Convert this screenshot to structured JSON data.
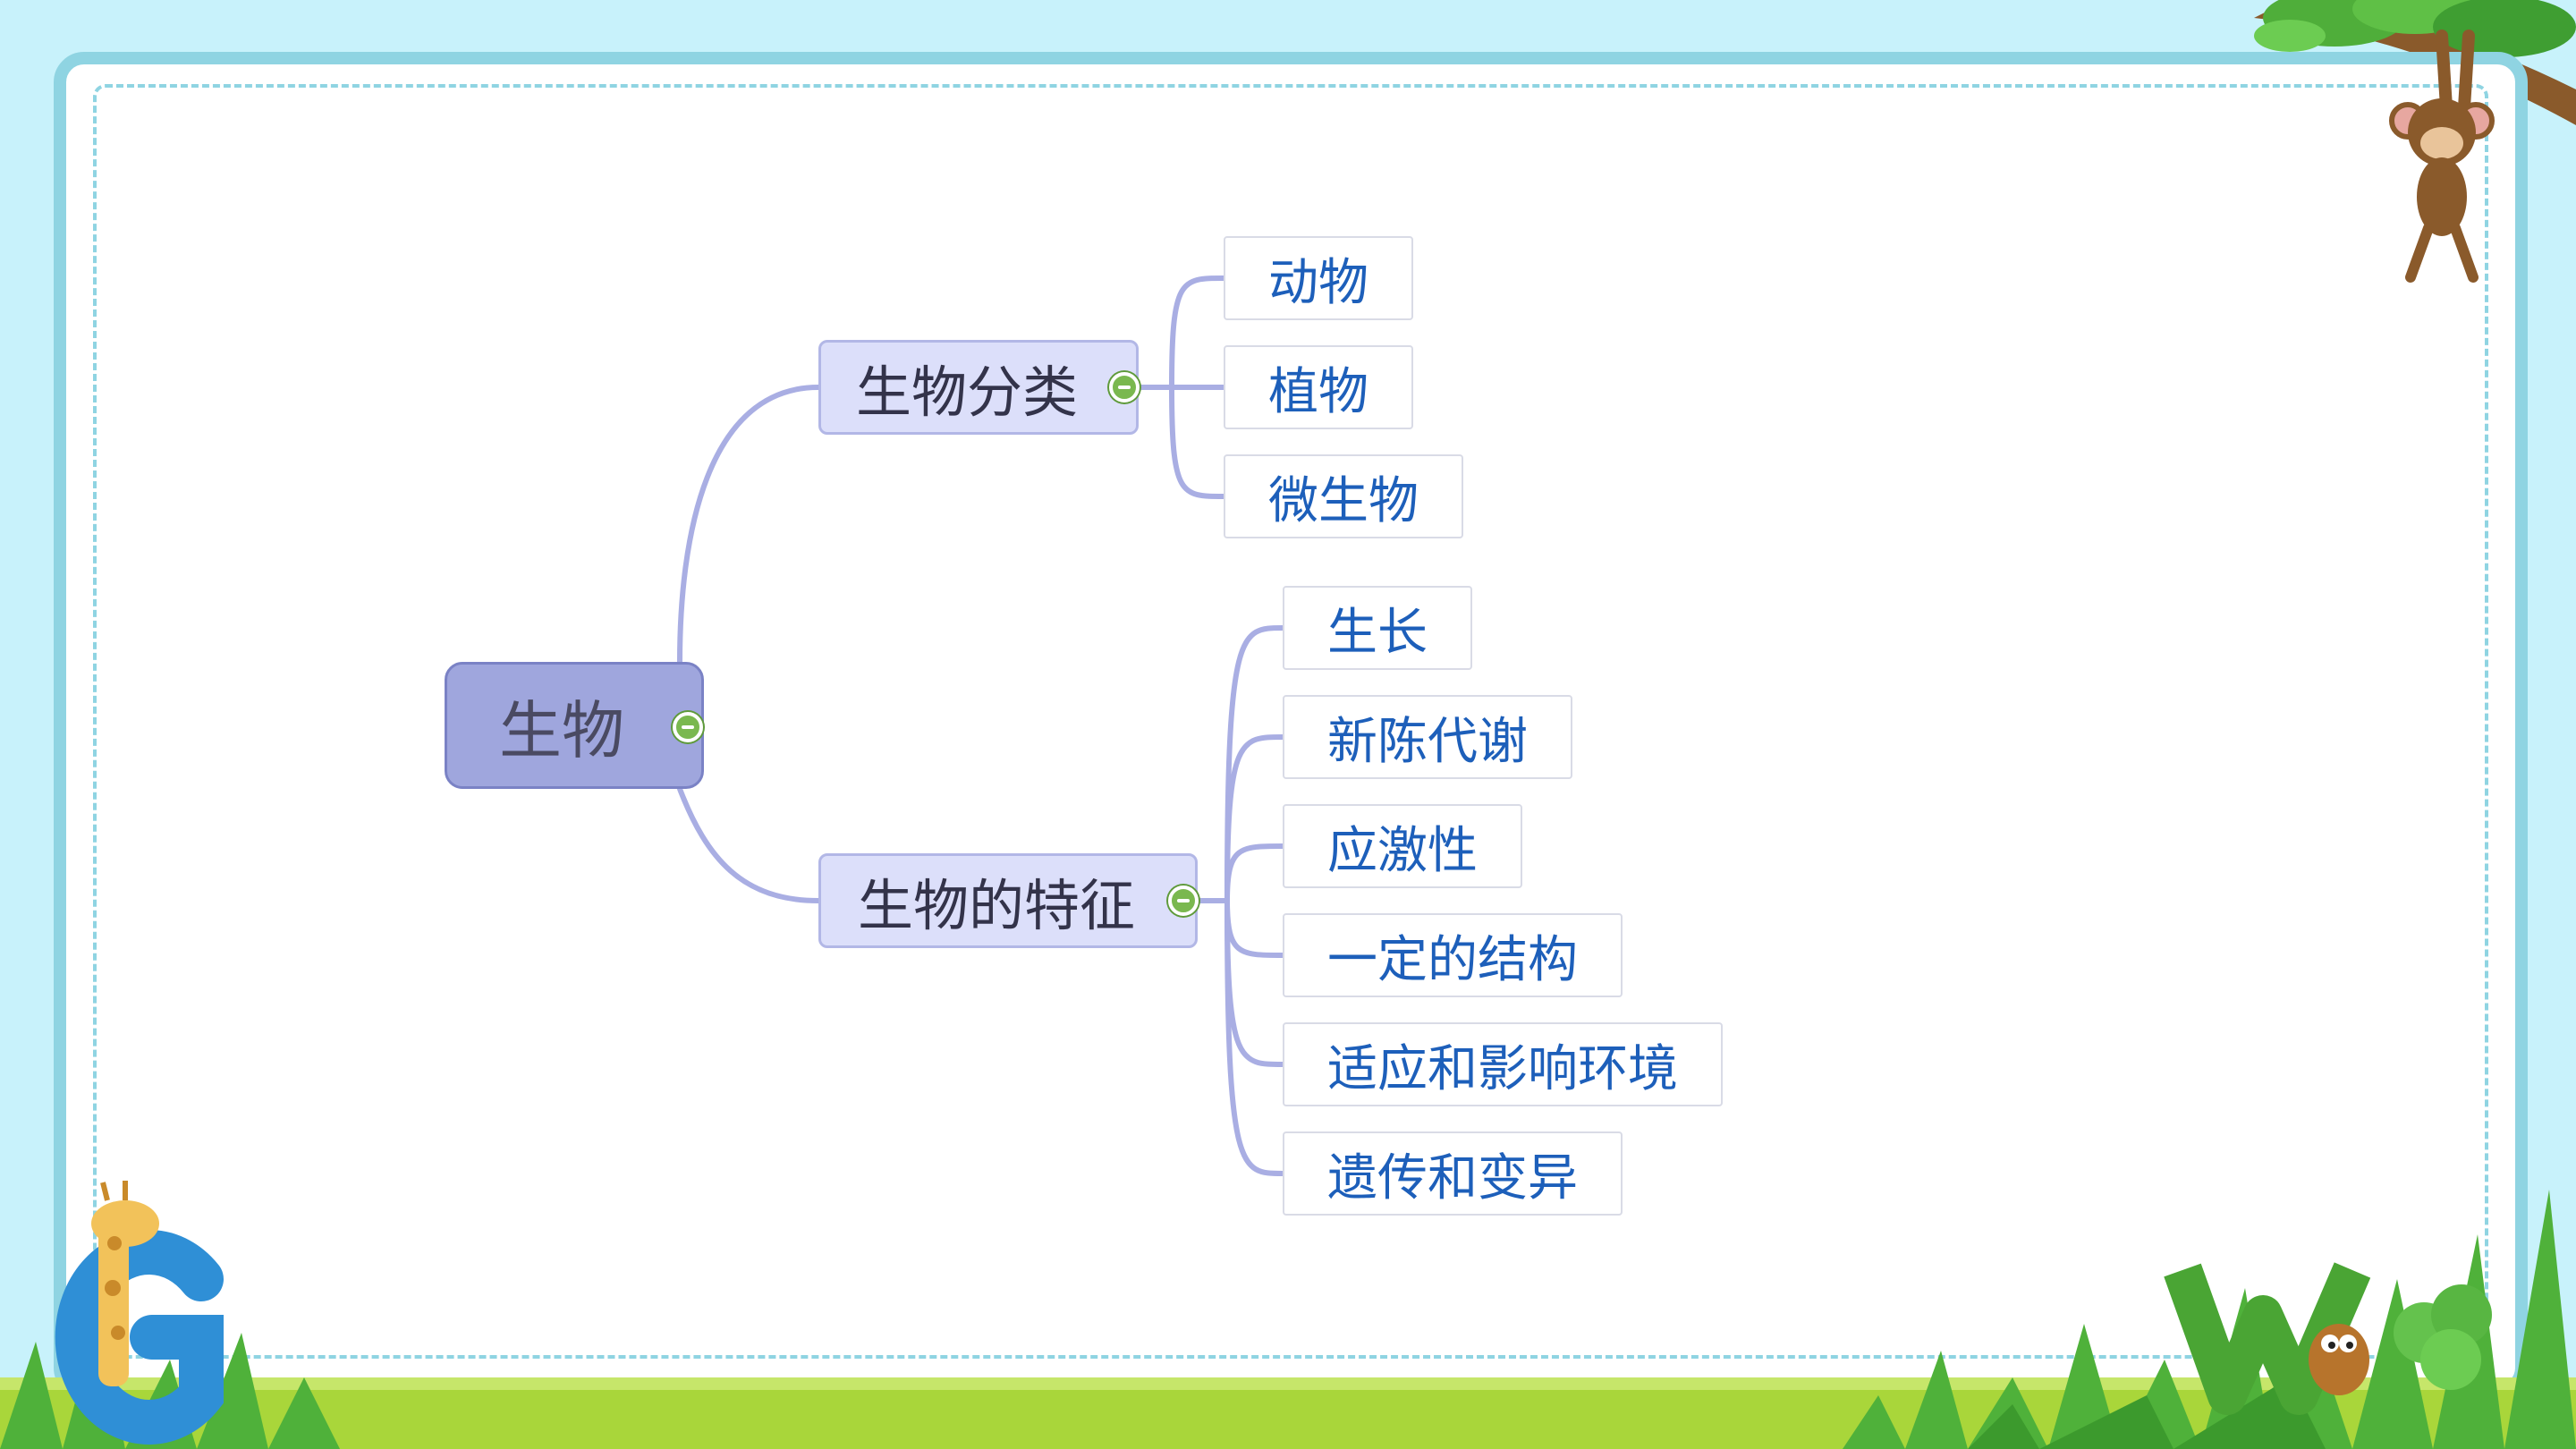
{
  "mindmap": {
    "root": {
      "label": "生物"
    },
    "branches": [
      {
        "label": "生物分类",
        "children": [
          "动物",
          "植物",
          "微生物"
        ]
      },
      {
        "label": "生物的特征",
        "children": [
          "生长",
          "新陈代谢",
          "应激性",
          "一定的结构",
          "适应和影响环境",
          "遗传和变异"
        ]
      }
    ]
  },
  "colors": {
    "background": "#c8f2fb",
    "frame": "#8fd4e2",
    "connector": "#a9aee3",
    "root_fill": "#9fa6dd",
    "branch_fill": "#dcdffa",
    "leaf_text": "#1d5fba",
    "toggle": "#7ab84f"
  }
}
